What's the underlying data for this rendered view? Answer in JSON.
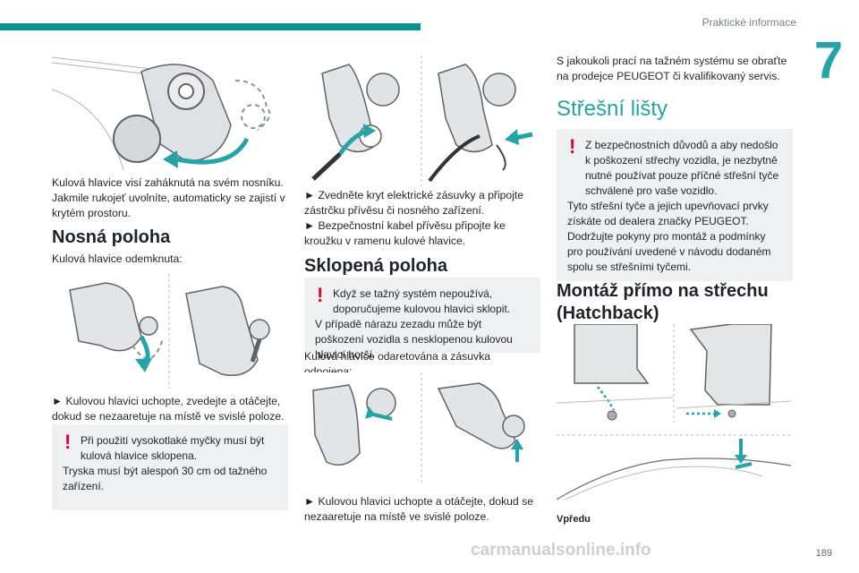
{
  "header": {
    "section": "Praktické informace",
    "chapter": "7"
  },
  "page_number": "189",
  "watermark": "carmanualsonline.info",
  "col1": {
    "p_hanging": "Kulová hlavice visí zaháknutá na svém nosníku. Jakmile rukojeť uvolníte, automaticky se zajistí v krytém prostoru.",
    "heading_carry": "Nosná poloha",
    "p_unlocked": "Kulová hlavice odemknuta:",
    "p_lift": "► Kulovou hlavici uchopte, zvedejte a otáčejte, dokud se nezaaretuje na místě ve svislé poloze.",
    "warn_line1": "Při použití vysokotlaké myčky musí být kulová hlavice sklopena.",
    "warn_line2": "Tryska musí být alespoň 30 cm od tažného zařízení."
  },
  "col2": {
    "p_raise_cover": "► Zvedněte kryt elektrické zásuvky a připojte zástrčku přívěsu či nosného zařízení.",
    "p_cable": "► Bezpečnostní kabel přívěsu připojte ke kroužku v ramenu kulové hlavice.",
    "heading_fold": "Sklopená poloha",
    "warn_line1": "Když se tažný systém nepoužívá, doporučujeme kulovou hlavici sklopit.",
    "warn_line2": "V případě nárazu zezadu může být poškození vozidla s nesklopenou kulovou hlavicí horší.",
    "p_locked": "Kulová hlavice odaretována a zásuvka odpojena:",
    "p_turn": "► Kulovou hlavici uchopte a otáčejte, dokud se nezaaretuje na místě ve svislé poloze."
  },
  "col3": {
    "p_dealer": "S jakoukoli prací na tažném systému se obraťte na prodejce PEUGEOT či kvalifikovaný servis.",
    "title_roof": "Střešní lišty",
    "warn_line1": "Z bezpečnostních důvodů a aby nedošlo k poškození střechy vozidla, je nezbytně nutné používat pouze příčné střešní tyče schválené pro vaše vozidlo.",
    "warn_line2": "Tyto střešní tyče a jejich upevňovací prvky získáte od dealera značky PEUGEOT.",
    "warn_line3": "Dodržujte pokyny pro montáž a podmínky pro používání uvedené v návodu dodaném spolu se střešními tyčemi.",
    "heading_mount": "Montáž přímo na střechu (Hatchback)",
    "caption_front": "Vpředu"
  },
  "colors": {
    "teal": "#26a3a6",
    "dark_teal": "#0f8f92",
    "warning_red": "#e4002b",
    "box_gray": "#eef0f1"
  }
}
